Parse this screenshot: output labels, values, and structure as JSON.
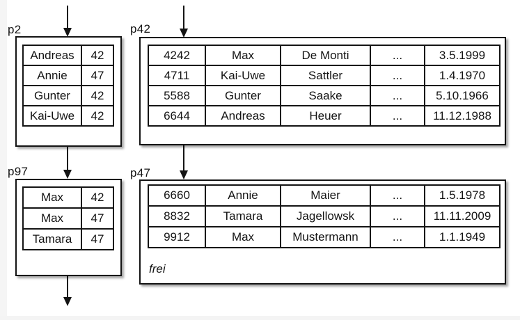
{
  "colors": {
    "ink": "#141414",
    "canvas": "#ffffff",
    "slide_margin": "#f5f5f5"
  },
  "pages": {
    "p2": {
      "label": "p2",
      "rows": [
        [
          "Andreas",
          "42"
        ],
        [
          "Annie",
          "47"
        ],
        [
          "Gunter",
          "42"
        ],
        [
          "Kai-Uwe",
          "42"
        ]
      ]
    },
    "p42": {
      "label": "p42",
      "rows": [
        [
          "4242",
          "Max",
          "De Monti",
          "...",
          "3.5.1999"
        ],
        [
          "4711",
          "Kai-Uwe",
          "Sattler",
          "...",
          "1.4.1970"
        ],
        [
          "5588",
          "Gunter",
          "Saake",
          "...",
          "5.10.1966"
        ],
        [
          "6644",
          "Andreas",
          "Heuer",
          "...",
          "11.12.1988"
        ]
      ]
    },
    "p97": {
      "label": "p97",
      "rows": [
        [
          "Max",
          "42"
        ],
        [
          "Max",
          "47"
        ],
        [
          "Tamara",
          "47"
        ]
      ]
    },
    "p47": {
      "label": "p47",
      "rows": [
        [
          "6660",
          "Annie",
          "Maier",
          "...",
          "1.5.1978"
        ],
        [
          "8832",
          "Tamara",
          "Jagellowsk",
          "...",
          "11.11.2009"
        ],
        [
          "9912",
          "Max",
          "Mustermann",
          "...",
          "1.1.1949"
        ]
      ],
      "free_label": "frei"
    }
  },
  "arrows": [
    {
      "name": "arrow-into-p2",
      "from": "above",
      "to": "p2"
    },
    {
      "name": "arrow-into-p42",
      "from": "above",
      "to": "p42"
    },
    {
      "name": "arrow-p2-to-p97",
      "from": "p2",
      "to": "p97"
    },
    {
      "name": "arrow-p42-to-p47",
      "from": "p42",
      "to": "p47"
    },
    {
      "name": "arrow-out-of-p97",
      "from": "p97",
      "to": "below"
    }
  ]
}
